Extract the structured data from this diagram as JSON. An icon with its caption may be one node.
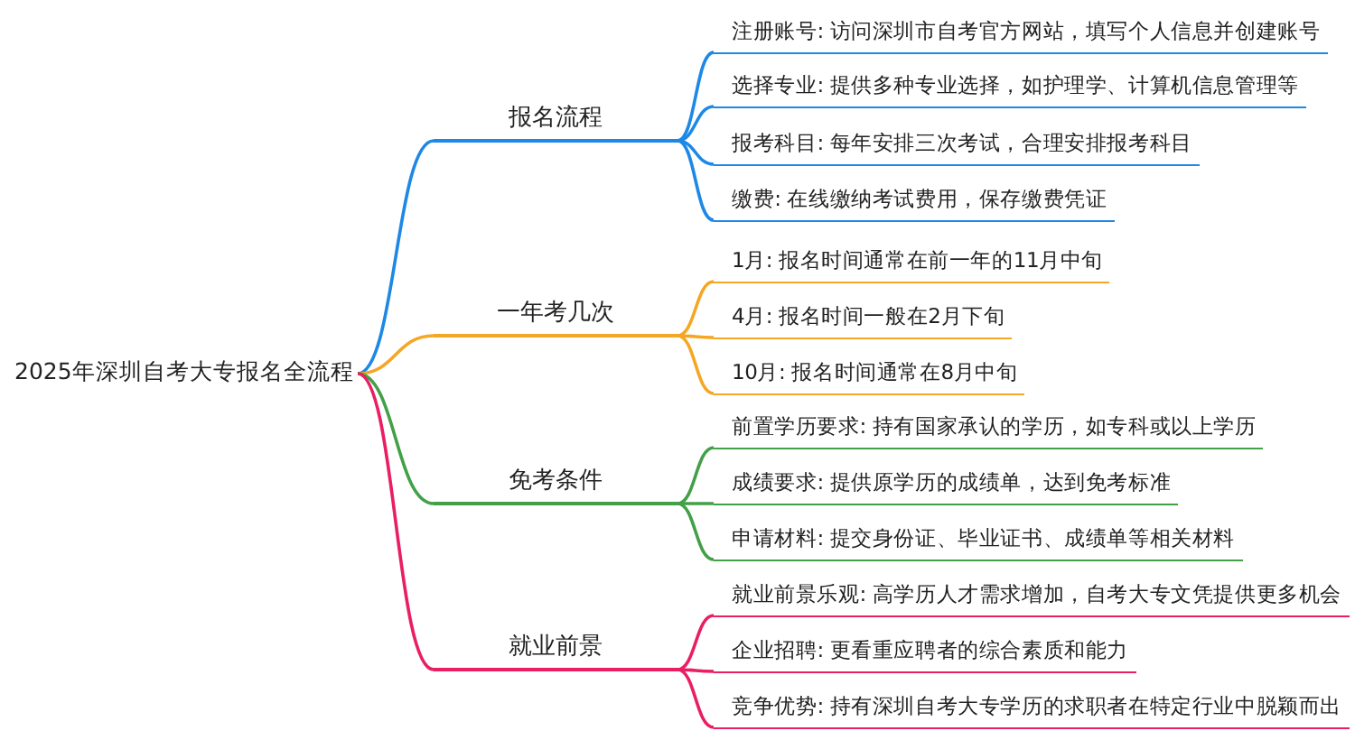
{
  "diagram": {
    "nodes": [
      {
        "text": [
          "2025年深圳自考大专报名全流程"
        ]
      },
      {
        "text": [
          "报名流程"
        ]
      },
      {
        "text": [
          "注册账号: 访问深圳市自考官方网站，填写个人信息并创建账号"
        ]
      },
      {
        "text": [
          "选择专业: 提供多种专业选择，如护理学、计算机信息管理等"
        ]
      },
      {
        "text": [
          "报考科目: 每年安排三次考试，合理安排报考科目"
        ]
      },
      {
        "text": [
          "缴费: 在线缴纳考试费用，保存缴费凭证"
        ]
      },
      {
        "text": [
          "一年考几次"
        ]
      },
      {
        "text": [
          "1月: 报名时间通常在前一年的11月中旬"
        ]
      },
      {
        "text": [
          "4月: 报名时间一般在2月下旬"
        ]
      },
      {
        "text": [
          "10月: 报名时间通常在8月中旬"
        ]
      },
      {
        "text": [
          "免考条件"
        ]
      },
      {
        "text": [
          "前置学历要求: 持有国家承认的学历，如专科或以上学历"
        ]
      },
      {
        "text": [
          "成绩要求: 提供原学历的成绩单，达到免考标准"
        ]
      },
      {
        "text": [
          "申请材料: 提交身份证、毕业证书、成绩单等相关材料"
        ]
      },
      {
        "text": [
          "就业前景"
        ]
      },
      {
        "text": [
          "就业前景乐观: 高学历人才需求增加，自考大专文凭提供更多机会"
        ]
      },
      {
        "text": [
          "企业招聘: 更看重应聘者的综合素质和能力"
        ]
      },
      {
        "text": [
          "竞争优势: 持有深圳自考大专学历的求职者在特定行业中脱颖而出"
        ]
      }
    ],
    "edges": [
      {
        "from": 0,
        "to": 1,
        "arrow": "none",
        "color": "#1e88e5"
      },
      {
        "from": 1,
        "to": 2,
        "arrow": "none",
        "color": "#1e88e5"
      },
      {
        "from": 1,
        "to": 3,
        "arrow": "none",
        "color": "#1e88e5"
      },
      {
        "from": 1,
        "to": 4,
        "arrow": "none",
        "color": "#1e88e5"
      },
      {
        "from": 1,
        "to": 5,
        "arrow": "none",
        "color": "#1e88e5"
      },
      {
        "from": 0,
        "to": 6,
        "arrow": "none",
        "color": "#f5a623"
      },
      {
        "from": 6,
        "to": 7,
        "arrow": "none",
        "color": "#f5a623"
      },
      {
        "from": 6,
        "to": 8,
        "arrow": "none",
        "color": "#f5a623"
      },
      {
        "from": 6,
        "to": 9,
        "arrow": "none",
        "color": "#f5a623"
      },
      {
        "from": 0,
        "to": 10,
        "arrow": "none",
        "color": "#43a047"
      },
      {
        "from": 10,
        "to": 11,
        "arrow": "none",
        "color": "#43a047"
      },
      {
        "from": 10,
        "to": 12,
        "arrow": "none",
        "color": "#43a047"
      },
      {
        "from": 10,
        "to": 13,
        "arrow": "none",
        "color": "#43a047"
      },
      {
        "from": 0,
        "to": 14,
        "arrow": "none",
        "color": "#e91e63"
      },
      {
        "from": 14,
        "to": 15,
        "arrow": "none",
        "color": "#e91e63"
      },
      {
        "from": 14,
        "to": 16,
        "arrow": "none",
        "color": "#e91e63"
      },
      {
        "from": 14,
        "to": 17,
        "arrow": "none",
        "color": "#e91e63"
      }
    ]
  }
}
